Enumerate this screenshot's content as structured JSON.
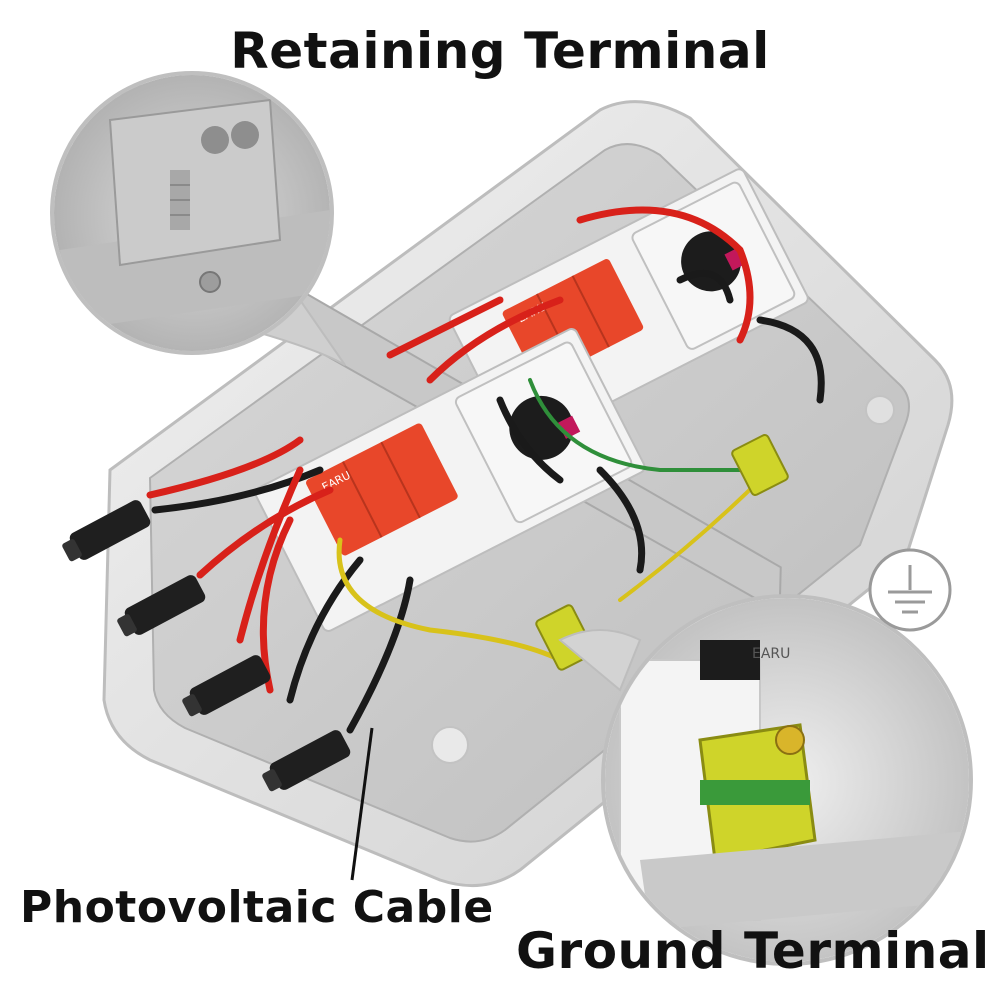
{
  "labels": {
    "top": "Retaining Terminal",
    "bottom_left": "Photovoltaic Cable",
    "bottom_right": "Ground Terminal"
  },
  "brand_text": "EARU",
  "icons": {
    "ground": "ground-symbol-icon"
  },
  "colors": {
    "enclosure": "#e6e6e6",
    "spd_module": "#e8472a",
    "red_wire": "#d8211a",
    "black_wire": "#1a1a1a",
    "ground_wire": "#d8c21a",
    "ground_terminal": "#cfd42a"
  }
}
